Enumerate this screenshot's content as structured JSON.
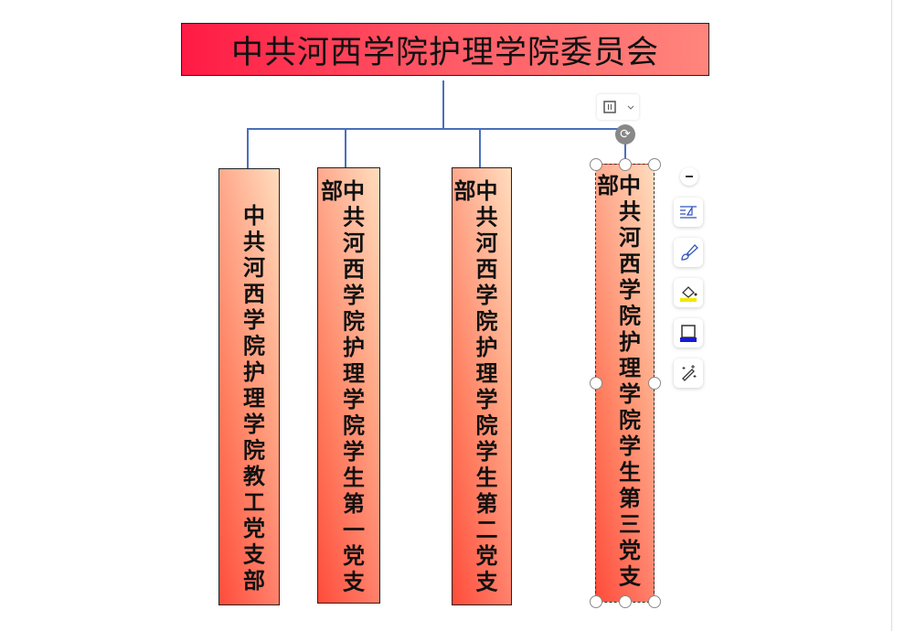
{
  "title": "中共河西学院护理学院委员会",
  "branches": [
    "中共河西学院护理学院教工党支部",
    "中共河西学院护理学院学生第一党支部",
    "中共河西学院护理学院学生第二党支部",
    "中共河西学院护理学院学生第三党支部"
  ]
}
